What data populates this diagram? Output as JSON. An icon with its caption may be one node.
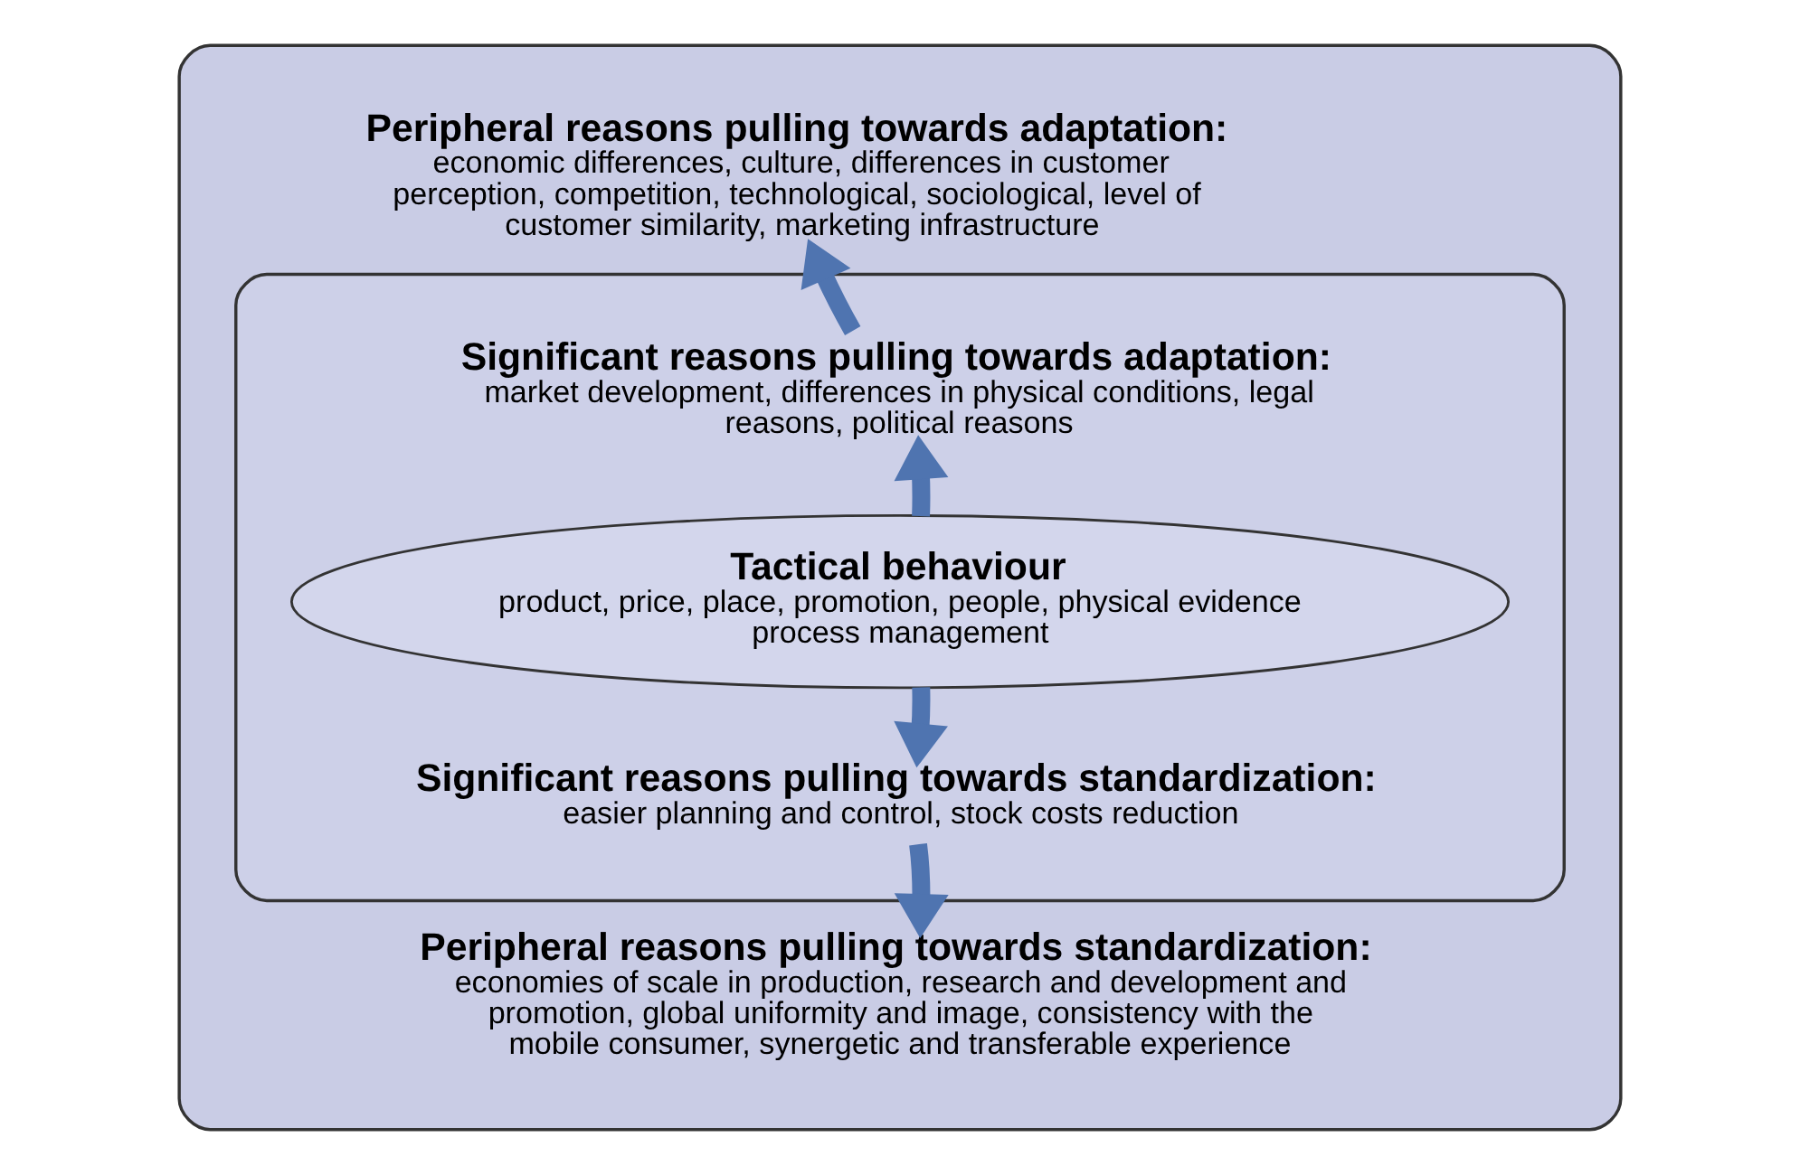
{
  "diagram": {
    "nodes": [
      {
        "text": [],
        "shape": "ellipse"
      },
      {
        "text": [
          "Peripheral reasons pulling towards adaptation:",
          "economic differences, culture, differences in customer perception, competition, technological, sociological, level of customer similarity, marketing infrastructure"
        ],
        "in": 0
      },
      {
        "text": [],
        "shape": "ellipse",
        "in": 0
      },
      {
        "text": [
          "Significant reasons pulling towards adaptation:",
          "market development, differences in physical conditions, legal reasons, political reasons"
        ],
        "in": 2
      },
      {
        "text": [
          "Tactical behaviour",
          "product, price, place, promotion, people, physical evidence process management"
        ],
        "in": 2
      },
      {
        "text": [
          "Significant reasons pulling towards standardization:",
          "easier planning and control, stock costs reduction"
        ],
        "in": 2
      },
      {
        "text": [
          "Peripheral reasons pulling towards standardization:",
          "economies of scale in production, research and development and promotion, global uniformity and image, consistency with the mobile consumer, synergetic and transferable experience"
        ],
        "in": 0
      }
    ],
    "edges": [
      {
        "from": 4,
        "to": 3,
        "arrow": "to"
      },
      {
        "from": 3,
        "to": 1,
        "arrow": "to"
      },
      {
        "from": 4,
        "to": 5,
        "arrow": "to"
      },
      {
        "from": 5,
        "to": 6,
        "arrow": "to"
      }
    ]
  }
}
